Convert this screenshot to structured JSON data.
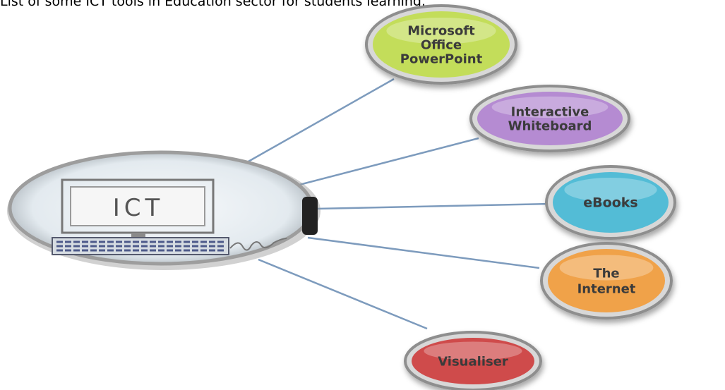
{
  "caption": "List of some ICT tools in Education sector for students learning.",
  "hub": {
    "label": "ICT"
  },
  "nodes": [
    {
      "id": "powerpoint",
      "lines": [
        "Microsoft",
        "Office",
        "PowerPoint"
      ],
      "color": "#c3dd5a"
    },
    {
      "id": "whiteboard",
      "lines": [
        "Interactive",
        "Whiteboard"
      ],
      "color": "#b58bd2"
    },
    {
      "id": "ebooks",
      "lines": [
        "eBooks"
      ],
      "color": "#52bcd6"
    },
    {
      "id": "internet",
      "lines": [
        "The",
        "Internet"
      ],
      "color": "#f0a24a"
    },
    {
      "id": "visualiser",
      "lines": [
        "Visualiser"
      ],
      "color": "#cf4b4b"
    }
  ],
  "colors": {
    "connector": "#7d9bbd",
    "hub_rim": "#a9a9a9",
    "hub_fill": "#eaf0f4"
  }
}
